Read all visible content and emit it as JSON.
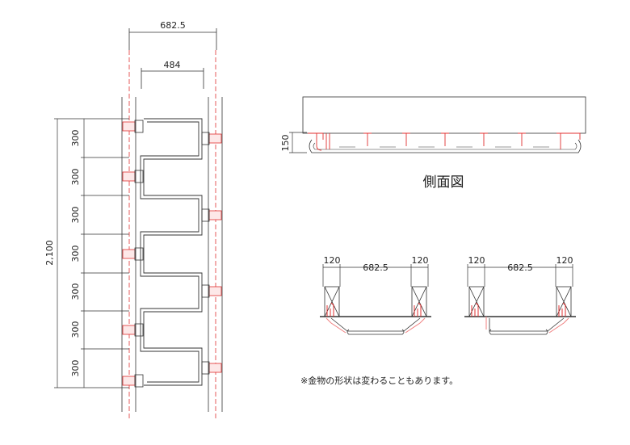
{
  "plan": {
    "overall_width": "682.5",
    "inner_width": "484",
    "total_length": "2,100",
    "segments": [
      "300",
      "300",
      "300",
      "300",
      "300",
      "300",
      "300"
    ]
  },
  "side_view": {
    "title": "側面図",
    "height": "150"
  },
  "sections": [
    {
      "left": "120",
      "middle": "682.5",
      "right": "120"
    },
    {
      "left": "120",
      "middle": "682.5",
      "right": "120"
    }
  ],
  "note": "※金物の形状は変わることもあります。",
  "colors": {
    "line": "#333333",
    "red": "#e03030",
    "pink": "#f08080"
  }
}
